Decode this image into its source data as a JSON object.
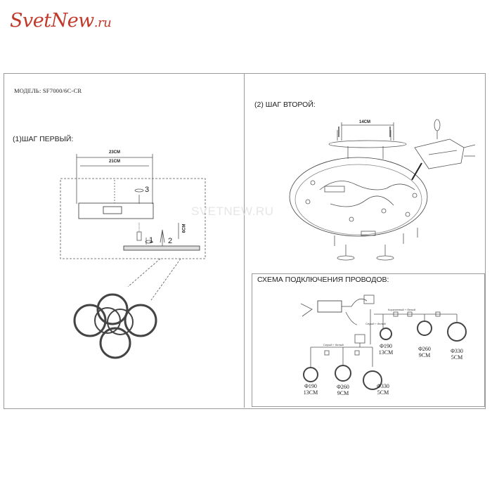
{
  "logo": {
    "main": "SvetNew",
    "tld": ".ru"
  },
  "model_label": "МОДЕЛЬ: SF7000/6C-CR",
  "step1": {
    "title": "(1)ШАГ ПЕРВЫЙ:",
    "dim_outer": "23CM",
    "dim_inner": "21CM",
    "dim_vertical": "6CM",
    "markers": [
      "3",
      "2",
      "1"
    ]
  },
  "step2": {
    "title": "(2) ШАГ ВТОРОЙ:",
    "dim_top": "14CM"
  },
  "watermark": "SVETNEW.RU",
  "wiring": {
    "title": "СХЕМА ПОДКЛЮЧЕНИЯ ПРОВОДОВ:",
    "wire_labels": {
      "brown_white": "Коричневый + белый",
      "grey_white": "Серый + белый"
    },
    "lamps_right": [
      {
        "dia": "Φ190",
        "size": "13CM"
      },
      {
        "dia": "Φ260",
        "size": "9CM"
      },
      {
        "dia": "Φ330",
        "size": "5CM"
      }
    ],
    "lamps_left": [
      {
        "dia": "Φ190",
        "size": "13CM"
      },
      {
        "dia": "Φ260",
        "size": "9CM"
      },
      {
        "dia": "Φ330",
        "size": "5CM"
      }
    ]
  },
  "colors": {
    "logo": "#c0392b",
    "line": "#444444",
    "frame": "#9a9a9a"
  }
}
